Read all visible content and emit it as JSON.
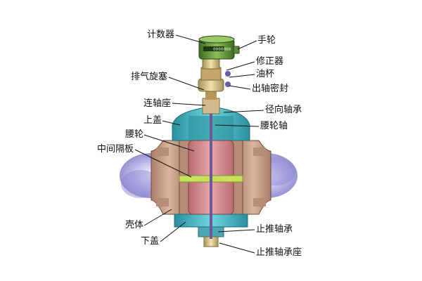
{
  "labels": {
    "counter": "计数器",
    "handwheel": "手轮",
    "corrector": "修正器",
    "oil_cup": "油杯",
    "shaft_seal": "出轴密封",
    "vent_plug": "排气旋塞",
    "coupling_seat": "连轴座",
    "radial_bearing": "径向轴承",
    "upper_cover": "上盖",
    "rotor_shaft": "腰轮轴",
    "rotor": "腰轮",
    "partition": "中间隔板",
    "housing": "壳体",
    "thrust_bearing": "止推轴承",
    "lower_cover": "下盖",
    "thrust_bearing_seat": "止推轴承座"
  },
  "counter_display": "0000000",
  "colors": {
    "housing": "#c9a08a",
    "cover": "#3fb8c4",
    "rotor": "#d48a8e",
    "partition": "#c8e05a",
    "counter": "#5d8a3a",
    "shaft": "#6a5a9a",
    "brass": "#d8c58a",
    "fluid": "#9a94d8"
  }
}
